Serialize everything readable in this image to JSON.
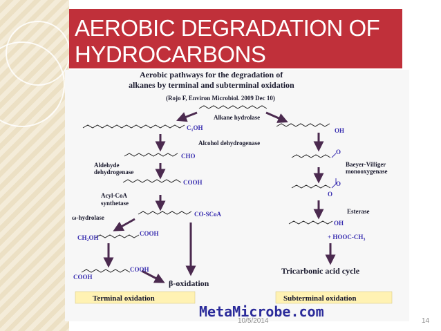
{
  "slide": {
    "title_line1": "AEROBIC DEGRADATION OF",
    "title_line2": "HYDROCARBONS",
    "date": "10/5/2014",
    "page_number": "14"
  },
  "figure": {
    "heading_line1": "Aerobic pathways for the degradation of",
    "heading_line2": "alkanes by terminal and subterminal oxidation",
    "citation": "(Rojo F, Environ Microbiol. 2009 Dec 10)",
    "labels": {
      "alkane_hydrolase": "Alkane hydrolase",
      "alcohol_dehydrogenase": "Alcohol dehydrogenase",
      "aldehyde_line1": "Aldehyde",
      "aldehyde_line2": "dehydrogenase",
      "acyl_line1": "Acyl-CoA",
      "acyl_line2": "synthetase",
      "omega_hydrolase": "ω-hydrolase",
      "baeyer_line1": "Baeyer-Villiger",
      "baeyer_line2": "monooxygenase",
      "esterase": "Esterase",
      "beta_oxidation": "β-oxidation",
      "tca_cycle": "Tricarbonic acid cycle",
      "terminal_box": "Terminal oxidation",
      "subterminal_box": "Subterminal oxidation",
      "watermark": "MetaMicrobe.com"
    },
    "groups": {
      "c1oh_main": "C",
      "c1oh_sub": "1",
      "c1oh_tail": "OH",
      "oh_right": "OH",
      "cho": "CHO",
      "cooh_1": "COOH",
      "co_scoa": "CO-SCoA",
      "o_ketone": "O",
      "o_ester_top": "O",
      "o_ester_bottom": "O",
      "oh_after_esterase": "OH",
      "hooc_ch3": "+ HOOC-CH",
      "hooc_ch3_sub": "3",
      "cooh_omega": "COOH",
      "ch2oh_main": "CH",
      "ch2oh_sub": "2",
      "ch2oh_tail": "OH",
      "cooh_diacid_right": "COOH",
      "cooh_diacid_left": "COOH"
    },
    "colors": {
      "label_color": "#1a1a2e",
      "group_color": "#3a2fb0",
      "arrow_color": "#4b2a4f",
      "box_fill": "#fff2b3",
      "watermark_color": "#2b2b9a",
      "title_bg": "#c0303a"
    }
  }
}
